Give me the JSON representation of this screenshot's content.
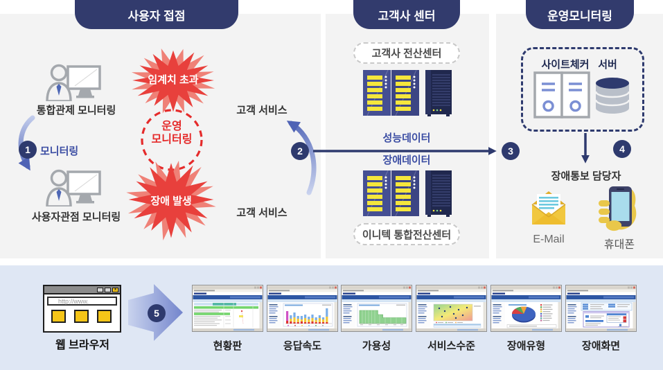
{
  "steps": [
    "1",
    "2",
    "3",
    "4",
    "5"
  ],
  "panels": {
    "user": {
      "title": "사용자 접점",
      "monitor_top_label": "통합관제 모니터링",
      "monitor_bottom_label": "사용자관점 모니터링",
      "burst_threshold": "임계치 초과",
      "burst_fault": "장애 발생",
      "ops_circle_line1": "운영",
      "ops_circle_line2": "모니터링",
      "service_top": "고객 서비스",
      "service_bottom": "고객 서비스",
      "step1_label": "모니터링"
    },
    "customer": {
      "title": "고객사 센터",
      "top_pill": "고객사 전산센터",
      "perf_label": "성능데이터",
      "fault_label": "장애데이터",
      "bottom_pill": "이니텍 통합전산센터"
    },
    "ops": {
      "title": "운영모니터링",
      "sitechecker_label": "사이트체커",
      "server_label": "서버",
      "notify_label": "장애통보 담당자",
      "email_label": "E-Mail",
      "phone_label": "휴대폰"
    }
  },
  "bottom": {
    "browser_url": "http://www.",
    "browser_label": "웹 브라우저",
    "screens": [
      {
        "label": "현황판"
      },
      {
        "label": "응답속도"
      },
      {
        "label": "가용성"
      },
      {
        "label": "서비스수준"
      },
      {
        "label": "장애유형"
      },
      {
        "label": "장애화면"
      }
    ]
  },
  "icons": {
    "user_monitor": "user-with-monitor-icon",
    "starburst": "starburst-alert-icon",
    "server_rack": "server-rack-icon",
    "sitechecker_servers": "server-tower-icon",
    "database": "database-icon",
    "email": "email-envelope-icon",
    "phone": "mobile-phone-in-hand-icon",
    "browser": "web-browser-icon"
  },
  "colors": {
    "navy": "#2e3a6e",
    "red": "#e8403c",
    "blue_text": "#3b4da3",
    "panel_gray": "#f3f3f3",
    "band_blue": "#dfe7f4",
    "yellow": "#f5c518"
  }
}
